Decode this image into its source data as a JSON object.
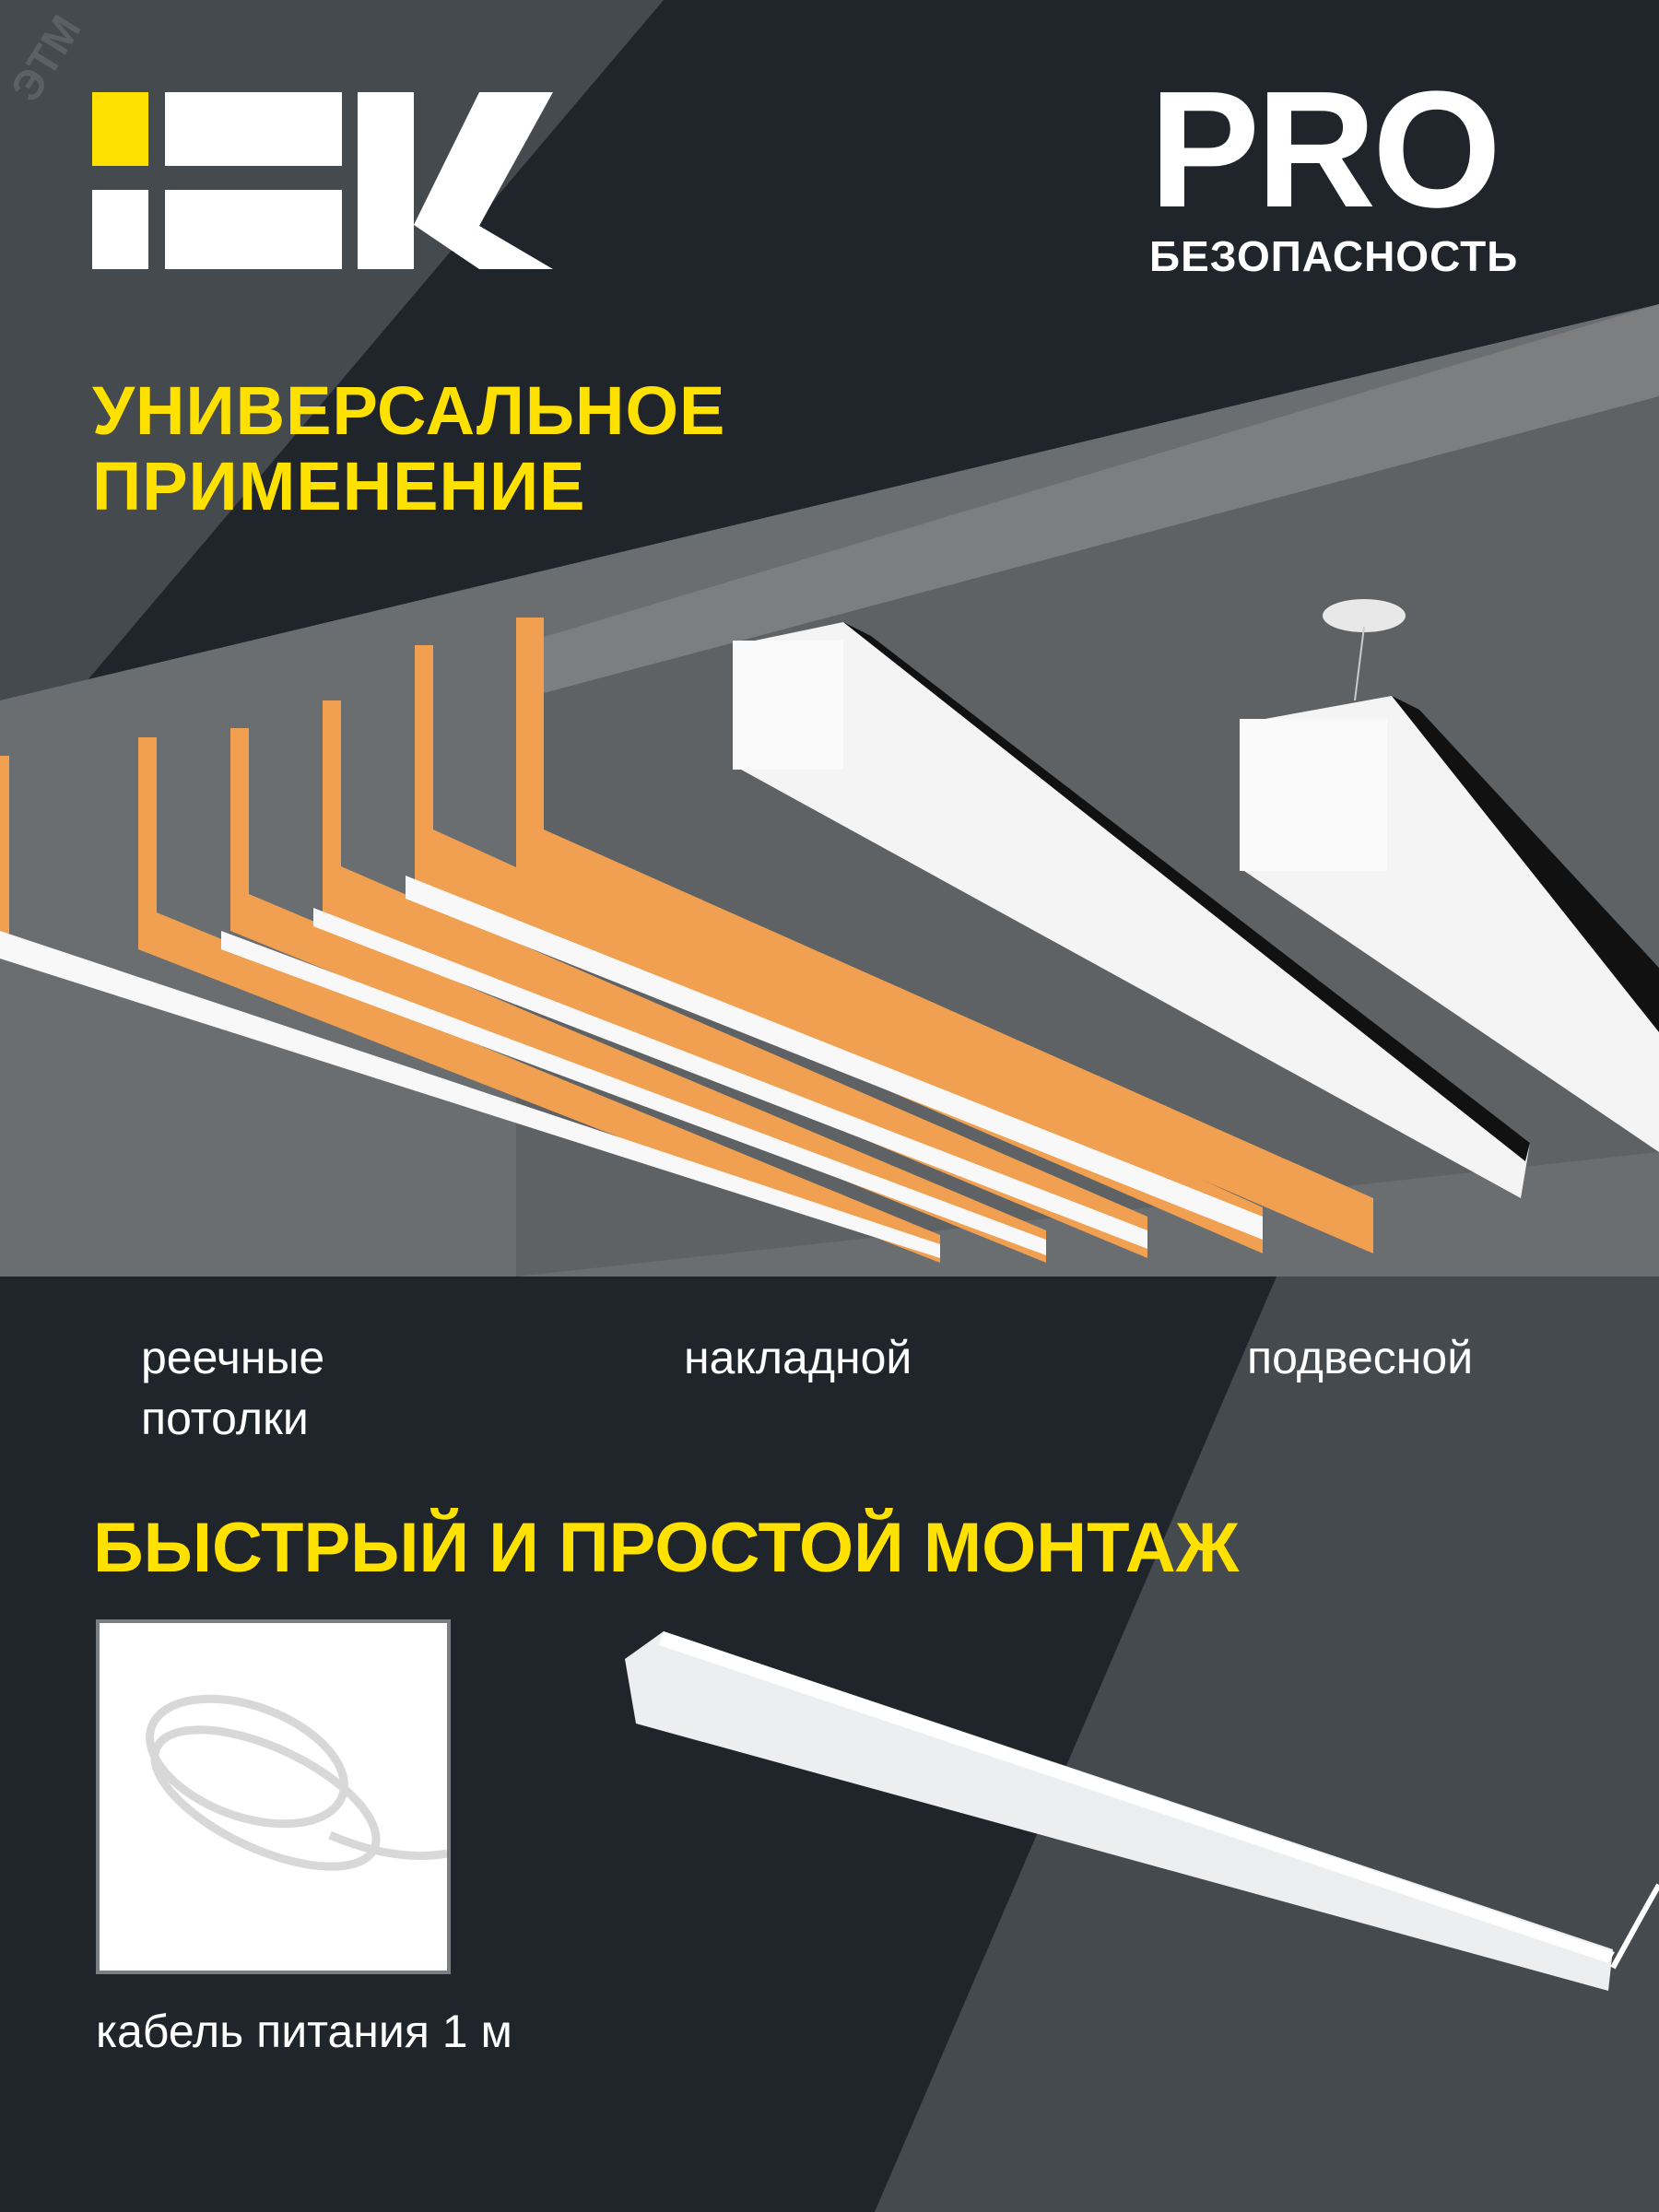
{
  "watermark": "ЭТМ",
  "brand": {
    "logo": "IEK",
    "accent_color": "#ffe100"
  },
  "pro_badge": {
    "title": "PRO",
    "subtitle": "БЕЗОПАСНОСТЬ"
  },
  "section1": {
    "heading_line1": "УНИВЕРСАЛЬНОЕ",
    "heading_line2": "ПРИМЕНЕНИЕ"
  },
  "mounting_types": [
    {
      "line1": "реечные",
      "line2": "потолки"
    },
    {
      "line1": "накладной"
    },
    {
      "line1": "подвесной"
    }
  ],
  "section2": {
    "heading": "БЫСТРЫЙ И ПРОСТОЙ МОНТАЖ",
    "cable_caption": "кабель питания 1 м"
  },
  "colors": {
    "dark_bg": "#1f252b",
    "light_bg": "#454a4f",
    "slat_orange": "#f0a050"
  }
}
